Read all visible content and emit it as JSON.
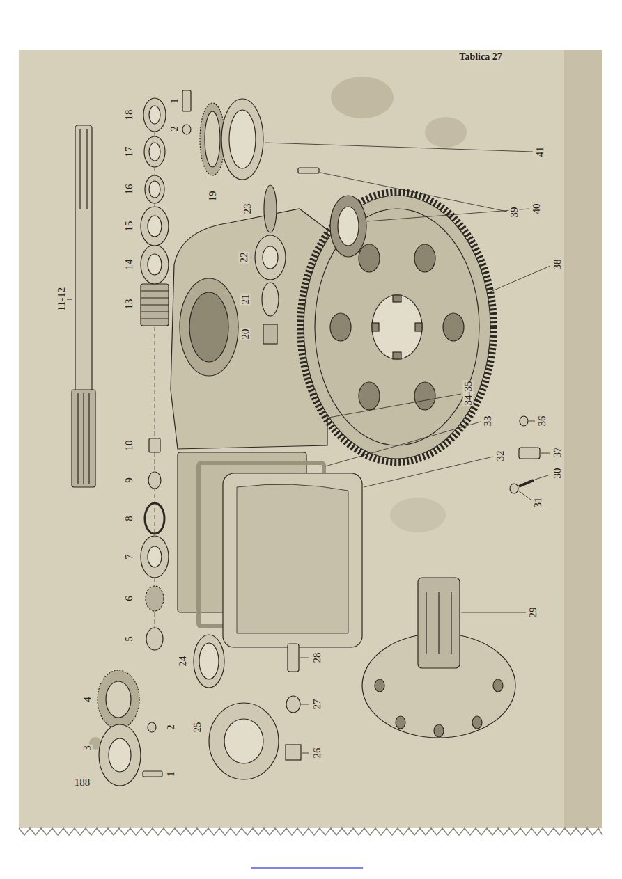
{
  "diagram": {
    "labels": [
      "Tablica 27",
      "188",
      "11-12",
      "13",
      "14",
      "15",
      "16",
      "17",
      "18",
      "1",
      "2",
      "19",
      "20",
      "21",
      "22",
      "23",
      "41",
      "40",
      "39",
      "38",
      "10",
      "9",
      "8",
      "7",
      "6",
      "5",
      "4",
      "3",
      "2",
      "25",
      "1",
      "24",
      "26",
      "27",
      "28",
      "29",
      "30",
      "31",
      "32",
      "33",
      "34-35",
      "36",
      "37"
    ]
  }
}
